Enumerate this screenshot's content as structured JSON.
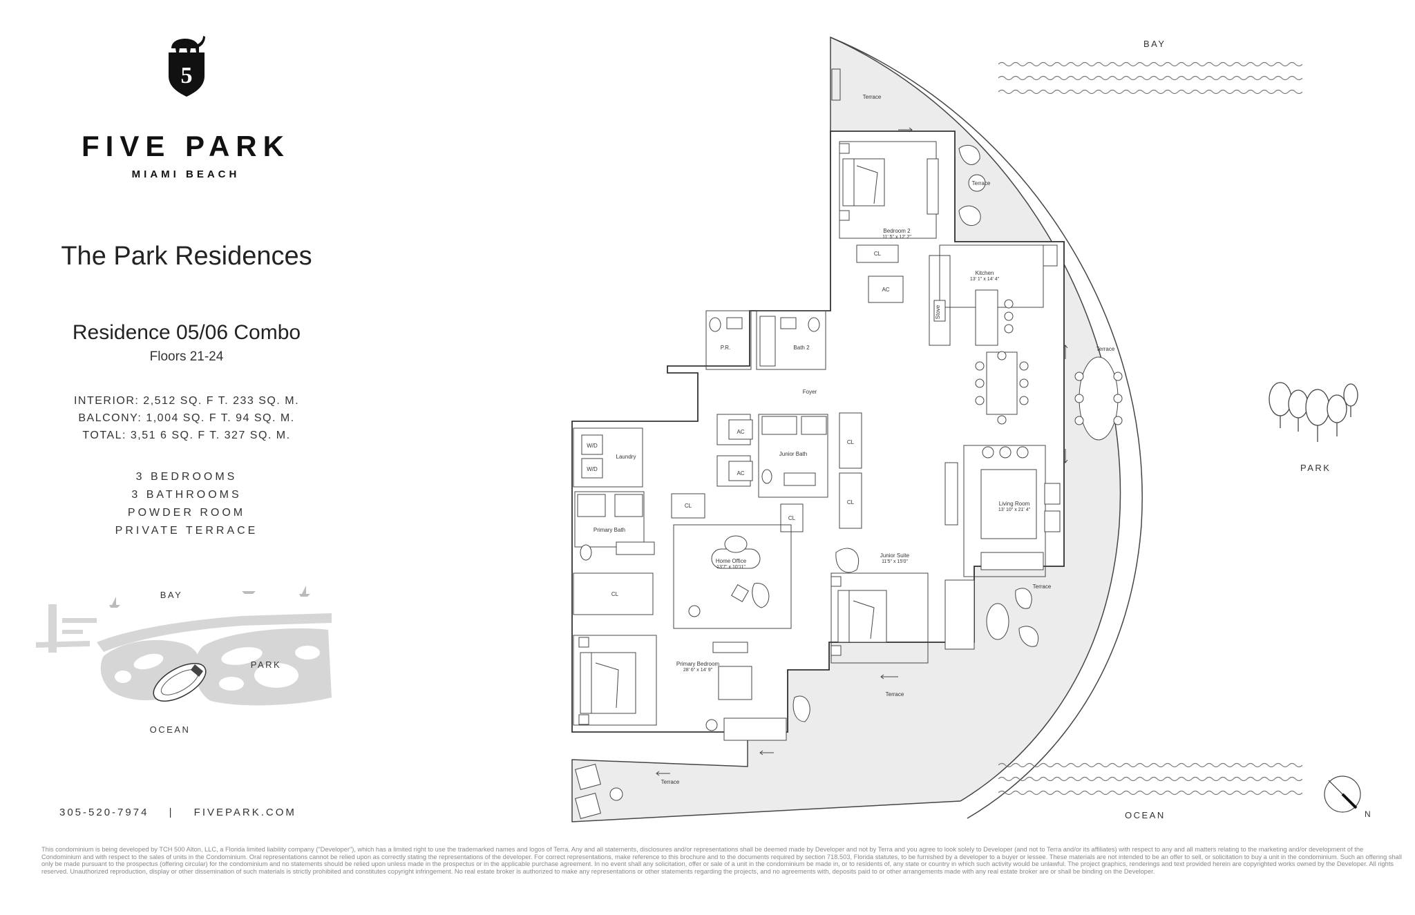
{
  "brand": {
    "name": "FIVE PARK",
    "location": "MIAMI BEACH",
    "logo_icon": "elephant-shield-icon",
    "logo_letter": "5"
  },
  "collection_title": "The Park Residences",
  "residence": {
    "name": "Residence 05/06 Combo",
    "floors": "Floors 21-24"
  },
  "areas": {
    "interior": "INTERIOR: 2,512 SQ. F T. 233 SQ. M.",
    "balcony": "BALCONY: 1,004 SQ. F T. 94 SQ. M.",
    "total": "TOTAL: 3,51 6 SQ. F T. 327 SQ. M."
  },
  "features": [
    "3 BEDROOMS",
    "3 BATHROOMS",
    "POWDER ROOM",
    "PRIVATE TERRACE"
  ],
  "site_map": {
    "bay": "BAY",
    "park": "PARK",
    "ocean": "OCEAN"
  },
  "contact": {
    "phone": "305-520-7974",
    "separator": "|",
    "website": "FIVEPARK.COM"
  },
  "orientation": {
    "bay": "BAY",
    "park": "PARK",
    "ocean": "OCEAN",
    "north": "N"
  },
  "rooms": {
    "terrace_top": "Terrace",
    "terrace_bed2": "Terrace",
    "bedroom2": "Bedroom 2",
    "bedroom2_dim": "11' 5\" x 12' 2\"",
    "cl_bed2": "CL",
    "ac_bed2": "AC",
    "kitchen": "Kitchen",
    "kitchen_dim": "13' 1\" x 14' 4\"",
    "stove": "Stove",
    "pr": "P.R.",
    "bath2": "Bath 2",
    "terrace_dining": "Terrace",
    "foyer": "Foyer",
    "ac1": "AC",
    "ac2": "AC",
    "junior_bath": "Junior Bath",
    "cl_hall1": "CL",
    "cl_hall2": "CL",
    "wd1": "W/D",
    "wd2": "W/D",
    "laundry": "Laundry",
    "living_room": "Living Room",
    "living_room_dim": "13' 10\" x 21' 4\"",
    "cl_mid": "CL",
    "cl_junior": "CL",
    "primary_bath": "Primary Bath",
    "home_office": "Home Office",
    "home_office_dim": "13'7\" x 10'11\"",
    "junior_suite": "Junior Suite",
    "junior_suite_dim": "11'5\" x 15'0\"",
    "terrace_living": "Terrace",
    "cl_primary": "CL",
    "primary_bedroom": "Primary Bedroom",
    "primary_bedroom_dim": "28' 6\" x 14' 9\"",
    "terrace_mid": "Terrace",
    "terrace_bottom": "Terrace"
  },
  "disclaimer": "This condominium is being developed by TCH 500 Alton, LLC, a Florida limited liability company (\"Developer\"), which has a limited right to use the trademarked names and logos of Terra. Any and all statements, disclosures and/or representations shall be deemed made by Developer and not by Terra and you agree to look solely to Developer (and not to Terra and/or its affiliates) with respect to any and all matters relating to the marketing and/or development of the Condominium and with respect to the sales of units in the Condominium. Oral representations cannot be relied upon as correctly stating the representations of the developer. For correct representations, make reference to this brochure and to the documents required by section 718.503, Florida statutes, to be furnished by a developer to a buyer or lessee. These materials are not intended to be an offer to sell, or solicitation to buy a unit in the condominium. Such an offering shall only be made pursuant to the prospectus (offering circular) for the condominium and no statements should be relied upon unless made in the prospectus or in the applicable purchase agreement. In no event shall any solicitation, offer or sale of a unit in the condominium be made in, or to residents of, any state or country in which such activity would be unlawful. The project graphics, renderings and text provided herein are copyrighted works owned by the Developer. All rights reserved. Unauthorized reproduction, display or other dissemination of such materials is strictly prohibited and constitutes copyright infringement. No real estate broker is authorized to make any representations or other statements regarding the projects, and no agreements with, deposits paid to or other arrangements made with any real estate broker are or shall be binding on the Developer."
}
